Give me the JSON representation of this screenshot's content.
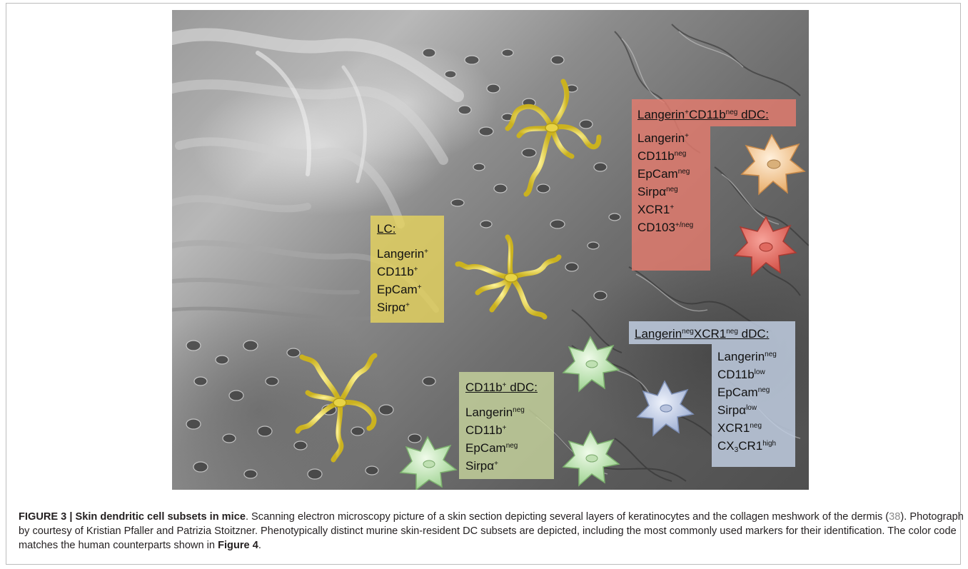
{
  "figure": {
    "boxes": {
      "lc": {
        "title": "LC:",
        "markers": [
          {
            "name": "Langerin",
            "sup": "+",
            "sub": "",
            "tail": ""
          },
          {
            "name": "CD11b",
            "sup": "+",
            "sub": "",
            "tail": ""
          },
          {
            "name": "EpCam",
            "sup": "+",
            "sub": "",
            "tail": ""
          },
          {
            "name": "Sirpα",
            "sup": "+",
            "sub": "",
            "tail": ""
          }
        ],
        "color": "#e9d65c"
      },
      "langerin_pos": {
        "title_parts": {
          "a": "Langerin",
          "a_sup": "+",
          "b": "CD11b",
          "b_sup": "neg",
          "c": " dDC:"
        },
        "markers": [
          {
            "name": "Langerin",
            "sup": "+"
          },
          {
            "name": "CD11b",
            "sup": "neg"
          },
          {
            "name": "EpCam",
            "sup": "neg"
          },
          {
            "name": "Sirpα",
            "sup": "neg"
          },
          {
            "name": "XCR1",
            "sup": "+"
          },
          {
            "name": "CD103",
            "sup": "+/neg"
          }
        ],
        "color": "#e47b6e"
      },
      "cd11b_pos": {
        "title_parts": {
          "a": "CD11b",
          "a_sup": "+",
          "c": " dDC:"
        },
        "markers": [
          {
            "name": "Langerin",
            "sup": "neg"
          },
          {
            "name": "CD11b",
            "sup": "+"
          },
          {
            "name": "EpCam",
            "sup": "neg"
          },
          {
            "name": "Sirpα",
            "sup": "+"
          }
        ],
        "color": "#c8d69e"
      },
      "langerin_neg": {
        "title_parts": {
          "a": "Langerin",
          "a_sup": "neg",
          "b": "XCR1",
          "b_sup": "neg",
          "c": " dDC:"
        },
        "markers": [
          {
            "name": "Langerin",
            "sup": "neg"
          },
          {
            "name": "CD11b",
            "sup": "low"
          },
          {
            "name": "EpCam",
            "sup": "neg"
          },
          {
            "name": "Sirpα",
            "sup": "low"
          },
          {
            "name": "XCR1",
            "sup": "neg"
          }
        ],
        "last": {
          "a": "CX",
          "sub": "3",
          "b": "CR1",
          "sup": "high"
        },
        "color": "#c0cde0"
      }
    },
    "cell_colors": {
      "lc": "#e3cf3a",
      "langerin_pos_orange": "#f2c48e",
      "langerin_pos_red": "#e2675c",
      "cd11b_green": "#bfe3b4",
      "negative_blue": "#c4cfe6"
    }
  },
  "caption": {
    "label": "FIGURE 3 | Skin dendritic cell subsets in mice",
    "text1": ". Scanning electron microscopy picture of a skin section depicting several layers of keratinocytes and the collagen meshwork of the dermis (",
    "ref": "38",
    "text2": "). Photograph by courtesy of Kristian Pfaller and Patrizia Stoitzner. Phenotypically distinct murine skin-resident DC subsets are depicted, including the most commonly used markers for their identification. The color code matches the human counterparts shown in ",
    "figref": "Figure 4",
    "text3": "."
  }
}
